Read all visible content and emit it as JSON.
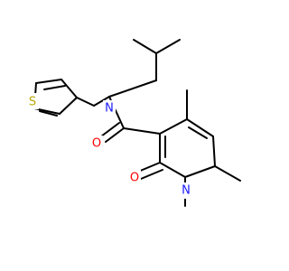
{
  "molecule": {
    "atoms": [
      {
        "id": "S1",
        "symbol": "S",
        "color": "#b8a800"
      },
      {
        "id": "N_amide",
        "symbol": "N",
        "color": "#1a1aff"
      },
      {
        "id": "O_amide",
        "symbol": "O",
        "color": "#ff0000"
      },
      {
        "id": "O_ring",
        "symbol": "O",
        "color": "#ff0000"
      },
      {
        "id": "N_ring",
        "symbol": "N",
        "color": "#1a1aff"
      }
    ]
  }
}
